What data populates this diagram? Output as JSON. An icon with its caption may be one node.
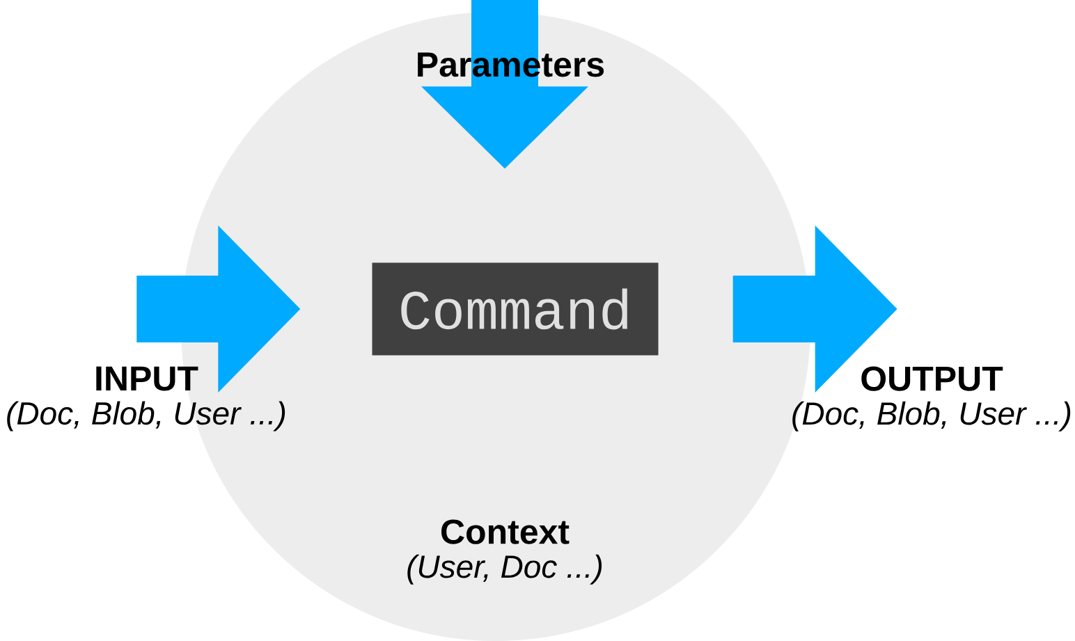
{
  "diagram": {
    "nodes": [
      {
        "text": [
          "Context",
          "(User, Doc ...)"
        ]
      },
      {
        "text": [
          "Parameters"
        ],
        "in": 0
      },
      {
        "text": [
          "Command"
        ],
        "in": 0
      },
      {
        "text": [
          "INPUT",
          "(Doc, Blob, User ...)"
        ]
      },
      {
        "text": [
          "OUTPUT",
          "(Doc, Blob, User ...)"
        ]
      }
    ],
    "edges": [
      {
        "from": 1,
        "to": 2,
        "arrow": "to"
      },
      {
        "from": 3,
        "to": 2,
        "arrow": "to"
      },
      {
        "from": 2,
        "to": 4,
        "arrow": "to"
      }
    ]
  }
}
